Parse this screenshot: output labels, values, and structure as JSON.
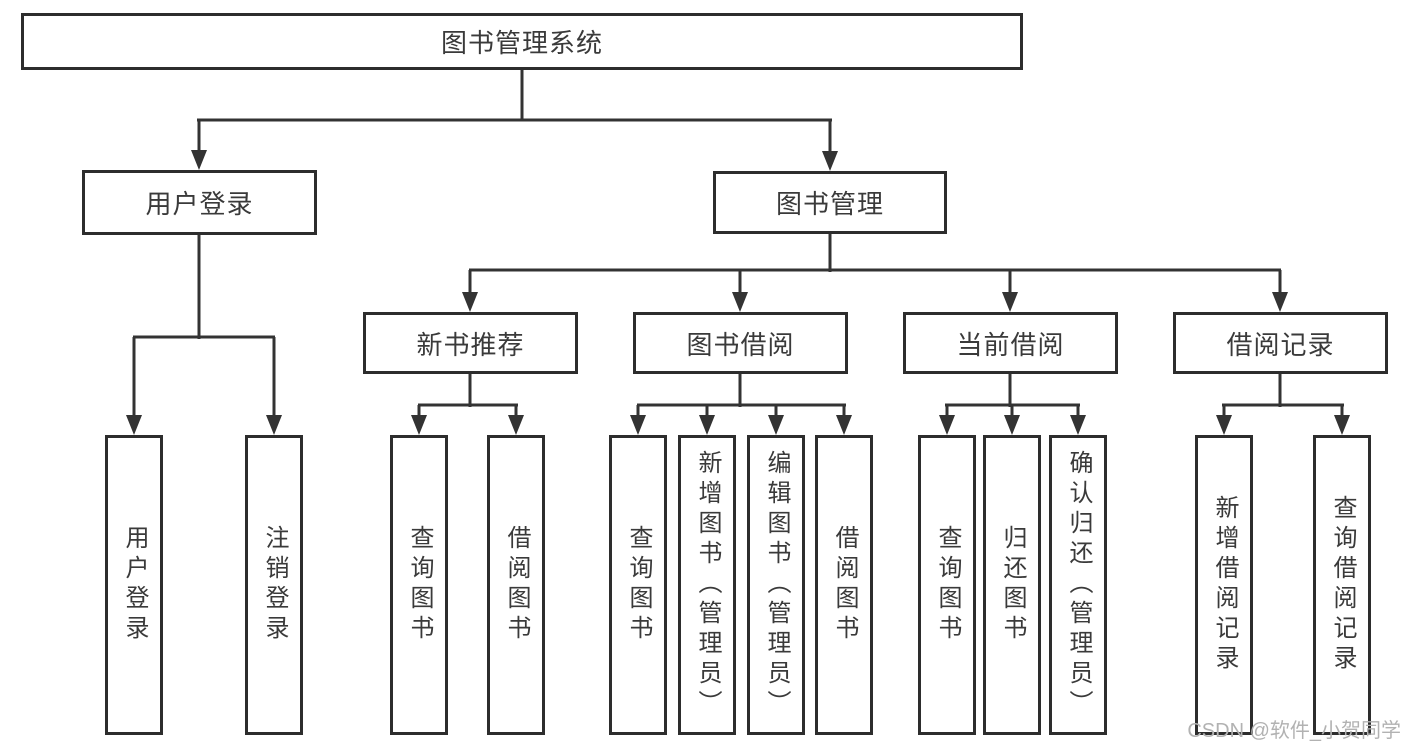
{
  "diagram": {
    "root": "图书管理系统",
    "branches": [
      {
        "label": "用户登录",
        "children": [
          "用户登录",
          "注销登录"
        ]
      },
      {
        "label": "图书管理",
        "groups": [
          {
            "label": "新书推荐",
            "children": [
              "查询图书",
              "借阅图书"
            ]
          },
          {
            "label": "图书借阅",
            "children": [
              "查询图书",
              "新增图书（管理员）",
              "编辑图书（管理员）",
              "借阅图书"
            ]
          },
          {
            "label": "当前借阅",
            "children": [
              "查询图书",
              "归还图书",
              "确认归还（管理员）"
            ]
          },
          {
            "label": "借阅记录",
            "children": [
              "新增借阅记录",
              "查询借阅记录"
            ]
          }
        ]
      }
    ]
  },
  "watermark": "CSDN @软件_小贺同学"
}
